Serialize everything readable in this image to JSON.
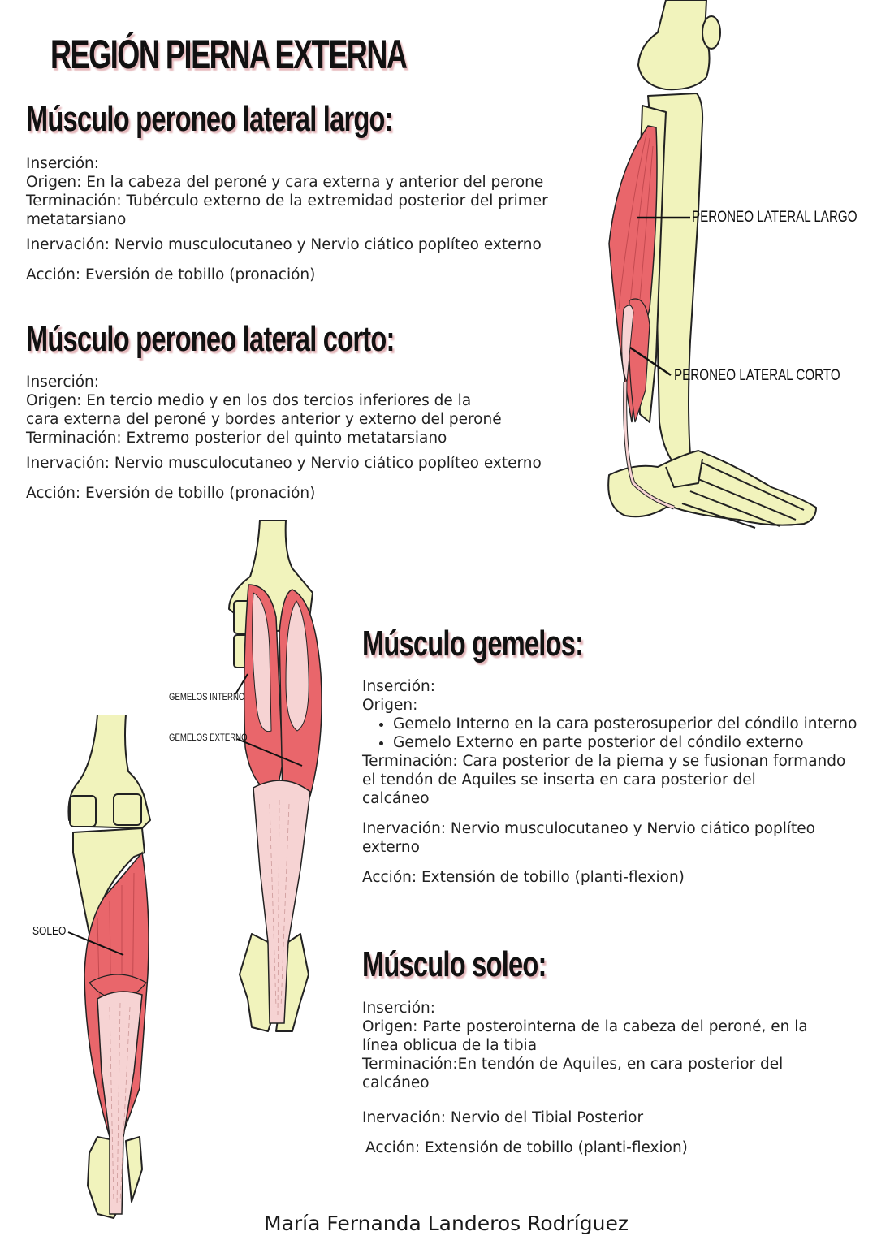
{
  "page": {
    "title": "REGIÓN PIERNA EXTERNA",
    "author": "María Fernanda Landeros Rodríguez"
  },
  "colors": {
    "muscle": "#E9666B",
    "bone": "#F1F3BC",
    "tendon": "#F6D3D3",
    "outline": "#222222",
    "heading_shadow": "#E2B4B8"
  },
  "sections": {
    "peroneo_largo": {
      "heading": "Músculo peroneo lateral largo:",
      "insercion": "Inserción:",
      "origen": "Origen: En la cabeza del peroné y cara externa y anterior del perone",
      "terminacion_1": "Terminación: Tubérculo externo de la extremidad posterior del primer",
      "terminacion_2": "metatarsiano",
      "inervacion": "Inervación: Nervio musculocutaneo y Nervio ciático poplíteo externo",
      "accion": "Acción: Eversión de tobillo (pronación)"
    },
    "peroneo_corto": {
      "heading": "Músculo peroneo lateral corto:",
      "insercion": "Inserción:",
      "origen_1": "Origen: En tercio medio y en los dos tercios inferiores de la",
      "origen_2": "cara externa del peroné y bordes anterior y externo del peroné",
      "terminacion": "Terminación: Extremo posterior del quinto metatarsiano",
      "inervacion": "Inervación: Nervio musculocutaneo y Nervio ciático poplíteo externo",
      "accion": "Acción: Eversión de tobillo (pronación)"
    },
    "gemelos": {
      "heading": "Músculo gemelos:",
      "insercion": "Inserción:",
      "origen": "Origen:",
      "origen_items": [
        "Gemelo Interno en la cara posterosuperior del cóndilo interno",
        "Gemelo Externo en parte posterior del cóndilo externo"
      ],
      "terminacion_1": "Terminación: Cara posterior de la pierna y se fusionan formando",
      "terminacion_2": "el tendón de Aquiles se inserta en cara posterior del",
      "terminacion_3": "calcáneo",
      "inervacion_1": "Inervación: Nervio musculocutaneo y Nervio ciático poplíteo",
      "inervacion_2": "externo",
      "accion": "Acción: Extensión de tobillo (planti-flexion)"
    },
    "soleo": {
      "heading": "Músculo soleo:",
      "insercion": "Inserción:",
      "origen_1": "Origen: Parte posterointerna de la cabeza del peroné, en la",
      "origen_2": "línea oblicua de la tibia",
      "terminacion_1": "Terminación:En tendón de Aquiles, en cara posterior del",
      "terminacion_2": "calcáneo",
      "inervacion": "Inervación: Nervio del Tibial Posterior",
      "accion": "Acción: Extensión de tobillo (planti-flexion)"
    }
  },
  "illustrations": {
    "lateral_leg": {
      "label_largo": "PERONEO LATERAL LARGO",
      "label_corto": "PERONEO LATERAL CORTO"
    },
    "posterior_gemelos": {
      "label_interno": "GEMELOS INTERNO",
      "label_externo": "GEMELOS EXTERNO"
    },
    "posterior_soleo": {
      "label_soleo": "SOLEO"
    }
  }
}
